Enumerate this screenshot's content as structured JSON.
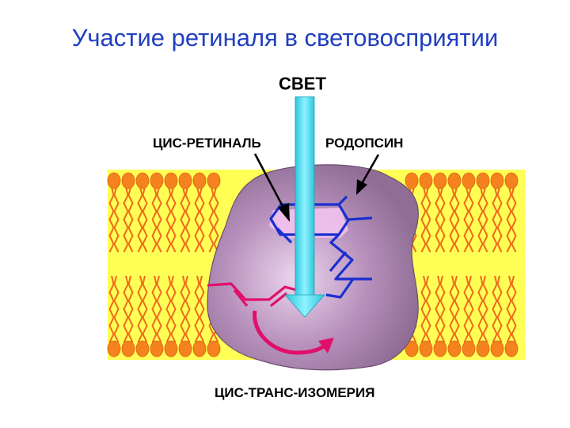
{
  "title": "Участие ретиналя в световосприятии",
  "labels": {
    "light": "СВЕТ",
    "cis_retinal": "ЦИС-РЕТИНАЛЬ",
    "rhodopsin": "РОДОПСИН",
    "isomerization": "ЦИС-ТРАНС-ИЗОМЕРИЯ"
  },
  "colors": {
    "title": "#1f3fbf",
    "membrane": "#ffff55",
    "lipid_head": "#f5821f",
    "lipid_tail": "#f06a1c",
    "protein": "#a07aa6",
    "retinal_cis": "#1a2fd0",
    "retinal_trans": "#e0106a",
    "light_arrow": "#33d6e8"
  }
}
